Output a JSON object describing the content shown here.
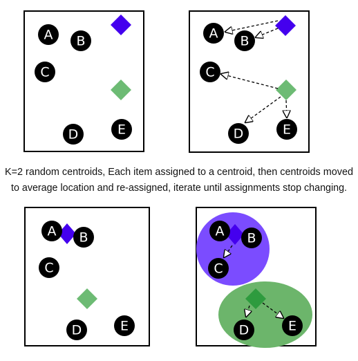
{
  "caption": {
    "line1": "K=2 random centroids, Each item assigned to a centroid, then centroids moved",
    "line2": "to average location and re-assigned, iterate until assignments stop changing."
  },
  "colors": {
    "centroid_blue": "#4400ee",
    "centroid_green": "#6dbb74",
    "centroid_green_dark": "#2e9b3e",
    "cluster_blue": "#7b4cff",
    "cluster_green": "#6cb56b",
    "node_fill": "#000000",
    "label": "#ffffff"
  },
  "panels": {
    "p1": {
      "nodes": [
        "A",
        "B",
        "C",
        "D",
        "E"
      ]
    },
    "p2": {
      "nodes": [
        "A",
        "B",
        "C",
        "D",
        "E"
      ]
    },
    "p3": {
      "nodes": [
        "A",
        "B",
        "C",
        "D",
        "E"
      ]
    },
    "p4": {
      "nodes": [
        "A",
        "B",
        "C",
        "D",
        "E"
      ]
    }
  }
}
